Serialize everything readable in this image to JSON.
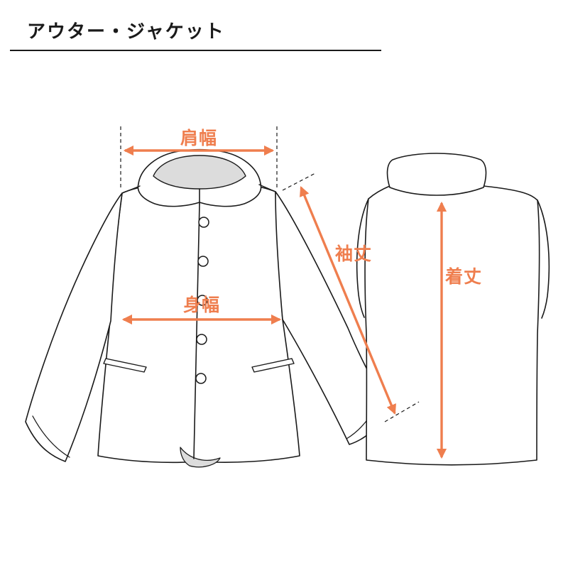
{
  "page": {
    "title": "アウター・ジャケット"
  },
  "measurements": {
    "shoulder_width": "肩幅",
    "sleeve_length": "袖丈",
    "body_width": "身幅",
    "garment_length": "着丈"
  },
  "colors": {
    "accent_orange": "#EF7E4E",
    "outline_black": "#1A1A1A",
    "collar_gray": "#DCDCDC",
    "background": "#FFFFFF"
  }
}
